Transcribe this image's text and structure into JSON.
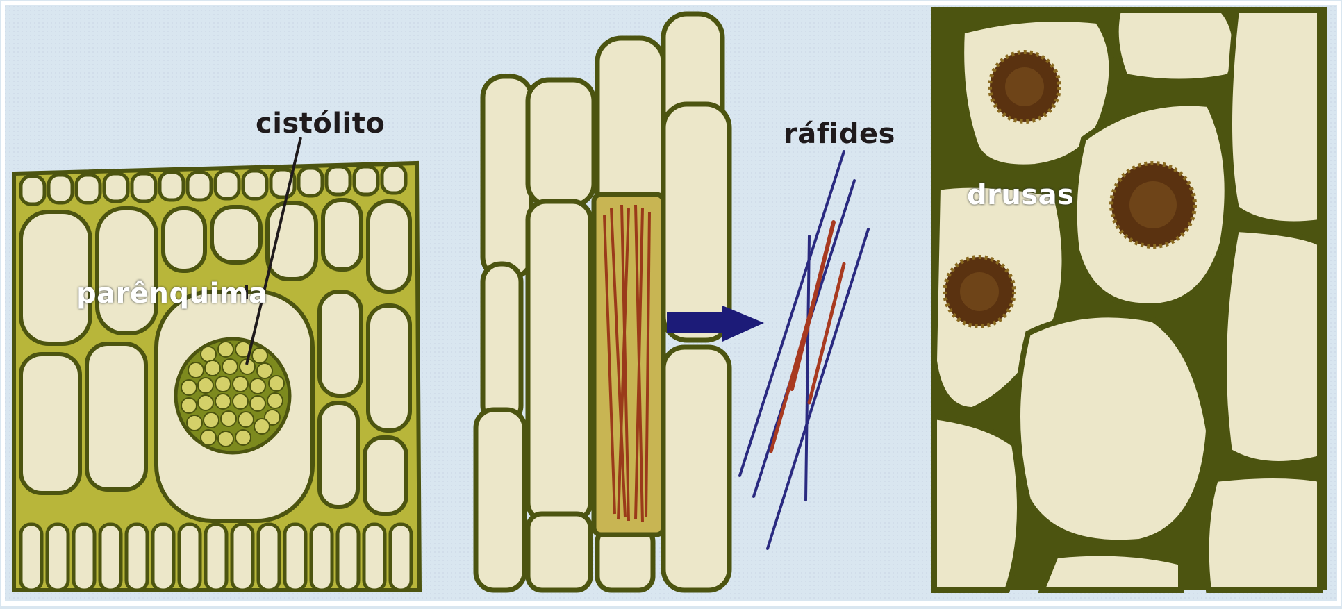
{
  "figure": {
    "background_color": "#d9e6f0",
    "cell_fill": "#ece7c9",
    "cell_wall": "#4c5410",
    "tissue_fill": "#b8b63a",
    "crystal_color": "#9a3a1a",
    "druse_color": "#5a3210",
    "arrow_color": "#1c1b78",
    "needle_colors": [
      "#2a2a80",
      "#a83a20"
    ]
  },
  "labels": {
    "cystolith": "cistólito",
    "parenchyma": "parênquima",
    "raphides": "ráfides",
    "druses": "drusas"
  }
}
